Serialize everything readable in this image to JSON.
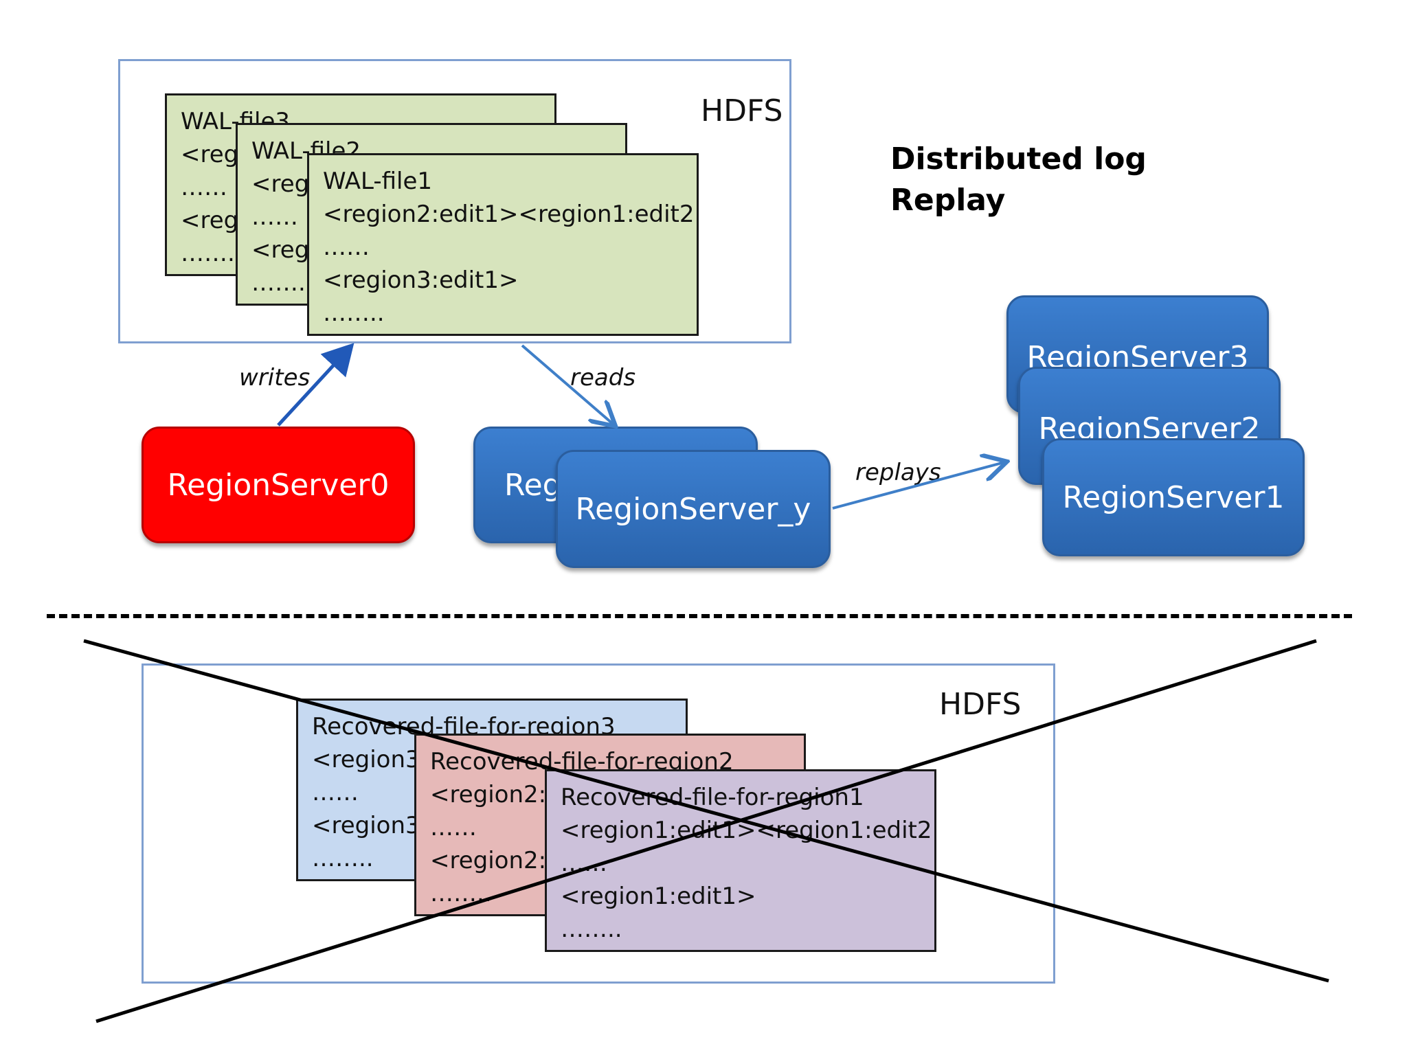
{
  "title": {
    "line1": "Distributed log",
    "line2": "Replay"
  },
  "top_hdfs": {
    "label": "HDFS",
    "wal_files": [
      {
        "name": "WAL-file3",
        "lines": [
          "<regi",
          "……",
          "<regi",
          "……..",
          ""
        ]
      },
      {
        "name": "WAL-file2",
        "lines": [
          "<regi",
          "……",
          "<regi",
          "……..",
          ""
        ]
      },
      {
        "name": "WAL-file1",
        "lines": [
          "<region2:edit1><region1:edit2>",
          "……",
          "<region3:edit1>",
          "……..",
          ""
        ]
      }
    ]
  },
  "servers": {
    "writer": "RegionServer0",
    "reader_x": "RegionServer_x",
    "reader_y": "RegionServer_y",
    "targets": [
      "RegionServer3",
      "RegionServer2",
      "RegionServer1"
    ]
  },
  "edges": {
    "writes": "writes",
    "reads": "reads",
    "replays": "replays"
  },
  "bottom_hdfs": {
    "label": "HDFS",
    "recovered_files": [
      {
        "name": "Recovered-file-for-region3",
        "lines": [
          "<region3:",
          "……",
          "<region3:",
          "…….."
        ]
      },
      {
        "name": "Recovered-file-for-region2",
        "lines": [
          "<region2:e",
          "……",
          "<region2:e",
          "…….."
        ]
      },
      {
        "name": "Recovered-file-for-region1",
        "lines": [
          "<region1:edit1><region1:edit2>",
          "……",
          "<region1:edit1>",
          "…….."
        ]
      }
    ],
    "crossed_out": true
  },
  "colors": {
    "wal_fill": "#d7e4bd",
    "rec3_fill": "#c6d9f1",
    "rec2_fill": "#e6b9b8",
    "rec1_fill": "#ccc1da",
    "server_blue": "#3a78c8",
    "server_red": "#ff0000",
    "hdfs_border": "#7f9fd0",
    "arrow": "#3f7fc8"
  }
}
